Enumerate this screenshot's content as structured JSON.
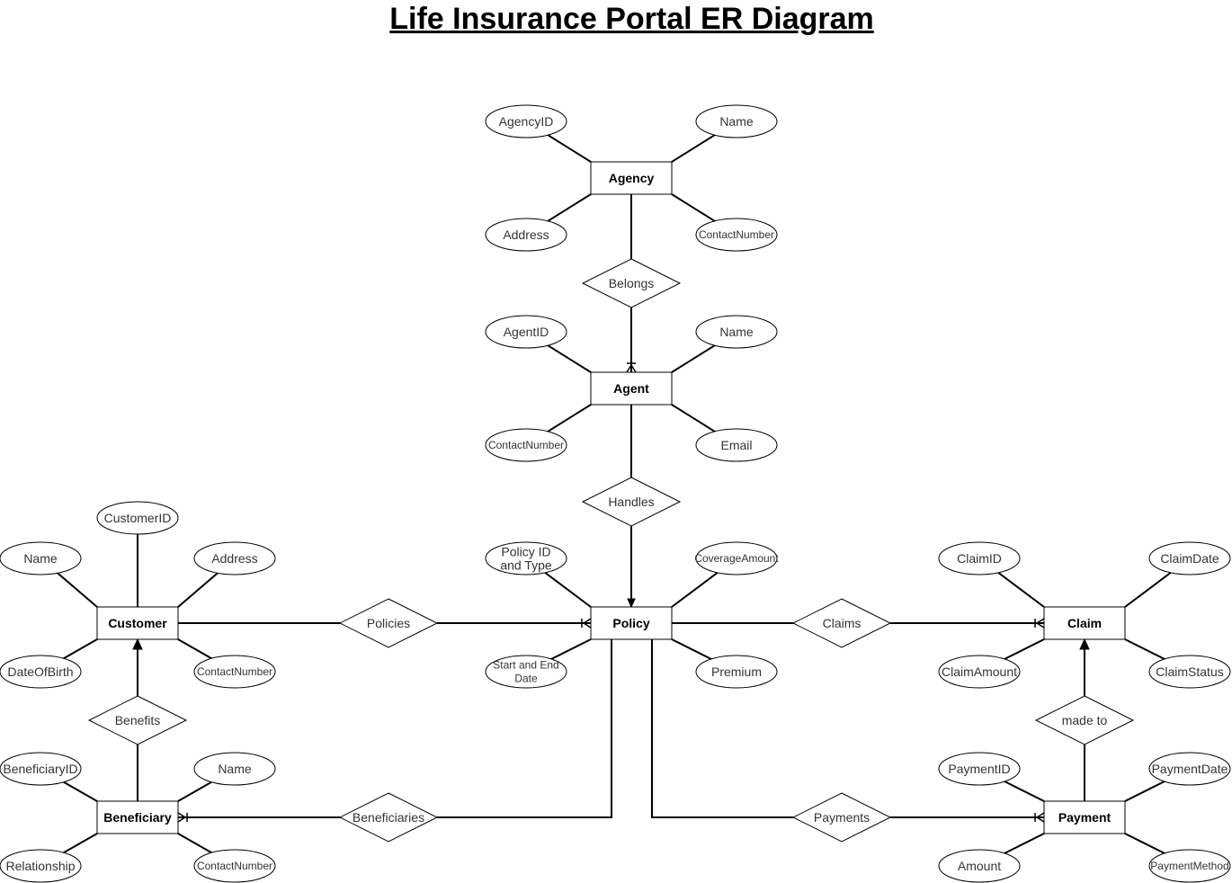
{
  "title": " Life Insurance Portal ER Diagram",
  "entities": {
    "agency": "Agency",
    "agent": "Agent",
    "customer": "Customer",
    "policy": "Policy",
    "claim": "Claim",
    "beneficiary": "Beneficiary",
    "payment": "Payment"
  },
  "relationships": {
    "belongs": "Belongs",
    "handles": "Handles",
    "policies": "Policies",
    "claims": "Claims",
    "benefits": "Benefits",
    "beneficiaries": "Beneficiaries",
    "payments": "Payments",
    "made_to": "made to"
  },
  "attributes": {
    "agency": {
      "id": "AgencyID",
      "name": "Name",
      "address": "Address",
      "contact": "ContactNumber"
    },
    "agent": {
      "id": "AgentID",
      "name": "Name",
      "contact": "ContactNumber",
      "email": "Email"
    },
    "customer": {
      "id": "CustomerID",
      "name": "Name",
      "address": "Address",
      "dob": "DateOfBirth",
      "contact": "ContactNumber"
    },
    "policy": {
      "id_type": [
        "Policy ID",
        "and Type"
      ],
      "coverage": "CoverageAmount",
      "dates": [
        "Start and End",
        "Date"
      ],
      "premium": "Premium"
    },
    "claim": {
      "id": "ClaimID",
      "date": "ClaimDate",
      "amount": "ClaimAmount",
      "status": "ClaimStatus"
    },
    "beneficiary": {
      "id": "BeneficiaryID",
      "name": "Name",
      "relationship": "Relationship",
      "contact": "ContactNumber"
    },
    "payment": {
      "id": "PaymentID",
      "date": "PaymentDate",
      "amount": "Amount",
      "method": "PaymentMethod"
    }
  }
}
